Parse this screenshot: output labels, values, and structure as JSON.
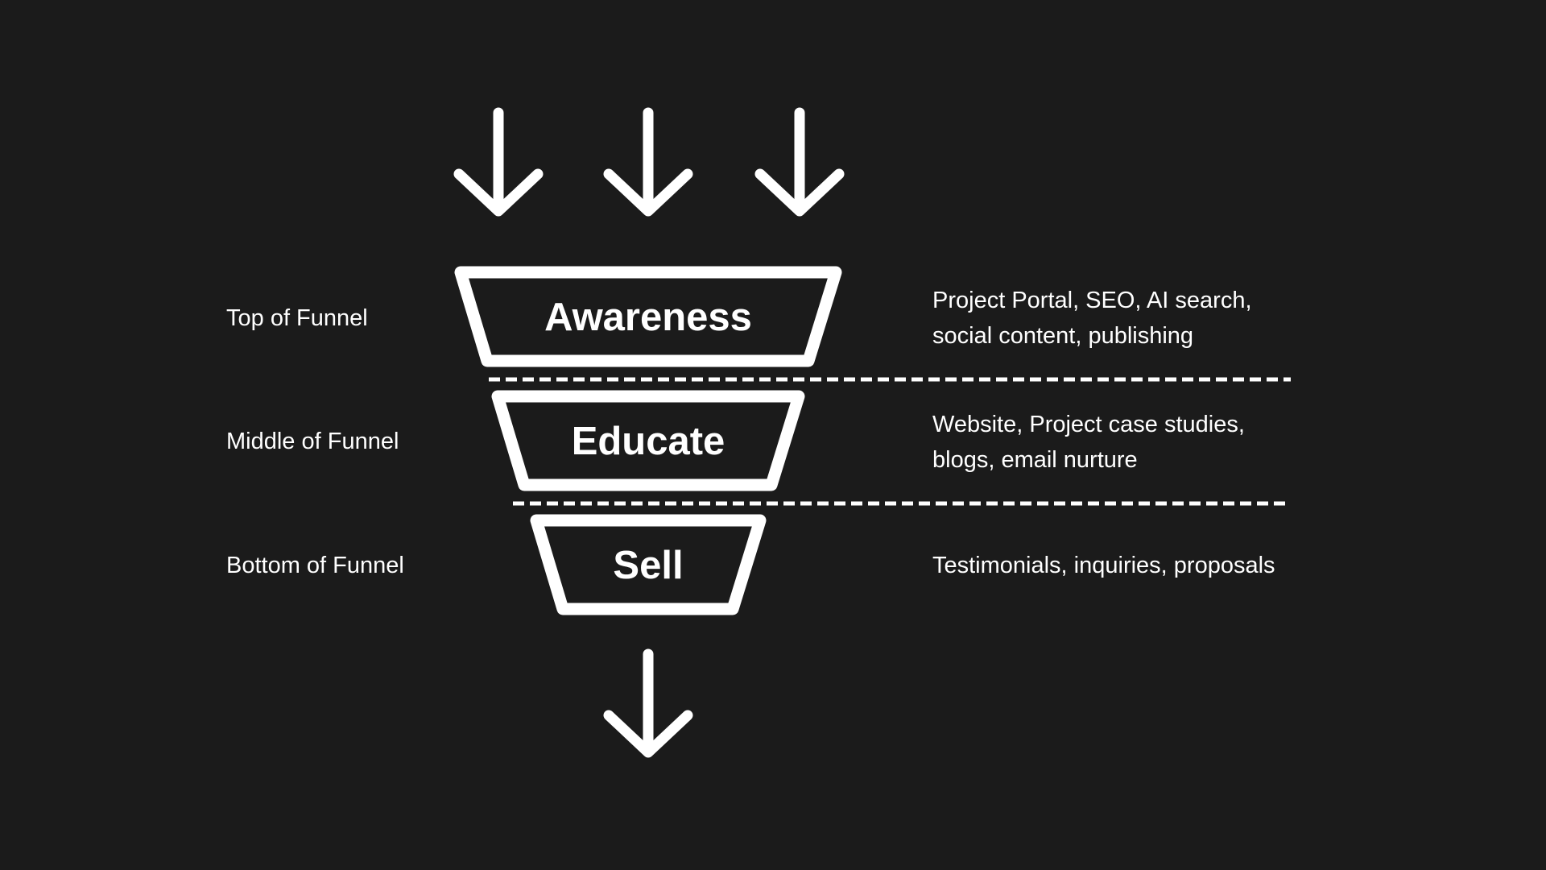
{
  "theme": {
    "background": "#1b1b1b",
    "foreground": "#ffffff"
  },
  "funnel": {
    "stages": [
      {
        "position_label": "Top of Funnel",
        "title": "Awareness",
        "description": "Project Portal, SEO, AI search, social content, publishing"
      },
      {
        "position_label": "Middle of Funnel",
        "title": "Educate",
        "description": "Website, Project case studies, blogs, email nurture"
      },
      {
        "position_label": "Bottom of Funnel",
        "title": "Sell",
        "description": "Testimonials, inquiries, proposals"
      }
    ],
    "icons": {
      "inflow": [
        "arrow-down-icon",
        "arrow-down-icon",
        "arrow-down-icon"
      ],
      "outflow": "arrow-down-icon"
    }
  }
}
